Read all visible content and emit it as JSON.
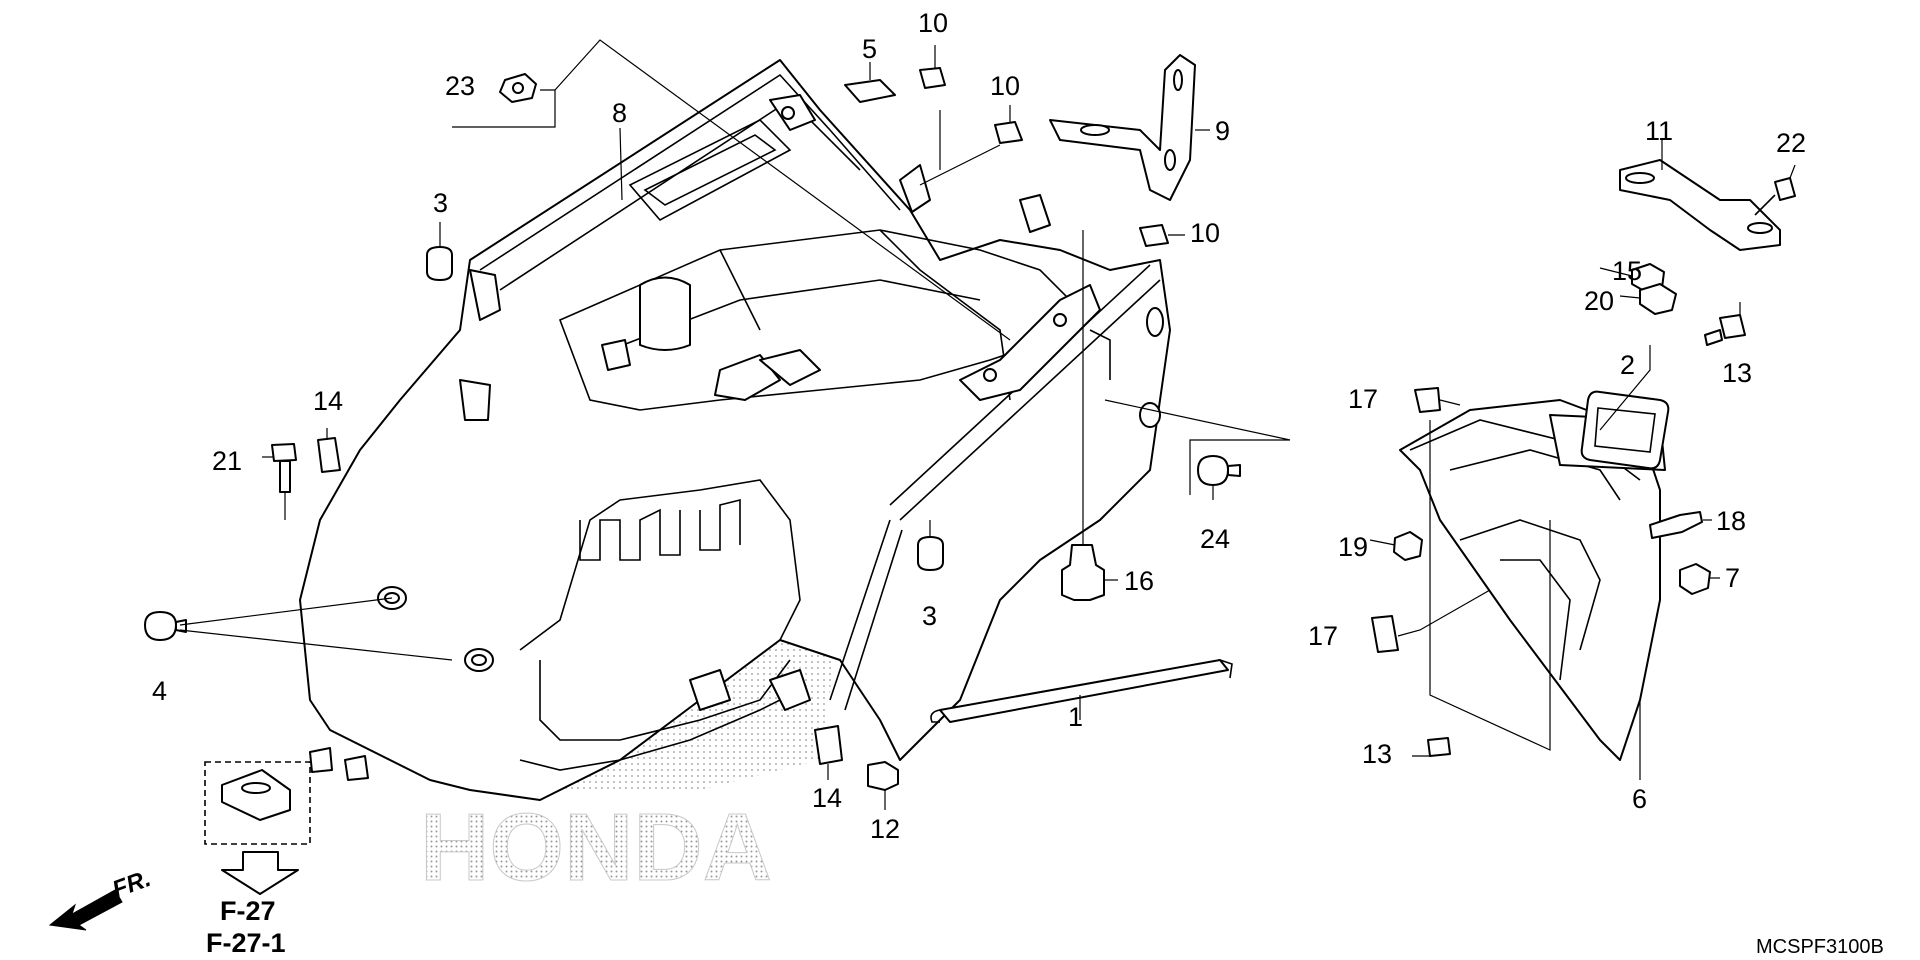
{
  "diagram": {
    "callouts": {
      "c1": "1",
      "c2": "2",
      "c3a": "3",
      "c3b": "3",
      "c4": "4",
      "c5": "5",
      "c6": "6",
      "c7": "7",
      "c8": "8",
      "c9": "9",
      "c10a": "10",
      "c10b": "10",
      "c10c": "10",
      "c11": "11",
      "c12": "12",
      "c13a": "13",
      "c13b": "13",
      "c14a": "14",
      "c14b": "14",
      "c15": "15",
      "c16": "16",
      "c17a": "17",
      "c17b": "17",
      "c18": "18",
      "c19": "19",
      "c20": "20",
      "c21": "21",
      "c22": "22",
      "c23": "23",
      "c24": "24"
    },
    "references": {
      "ref1": "F-27",
      "ref2": "F-27-1"
    },
    "front_indicator": "FR.",
    "watermark": "HONDA",
    "diagram_code": "MCSPF3100B"
  },
  "colors": {
    "line": "#000000",
    "background": "#ffffff",
    "watermark_dots": "#9a9a9a"
  }
}
